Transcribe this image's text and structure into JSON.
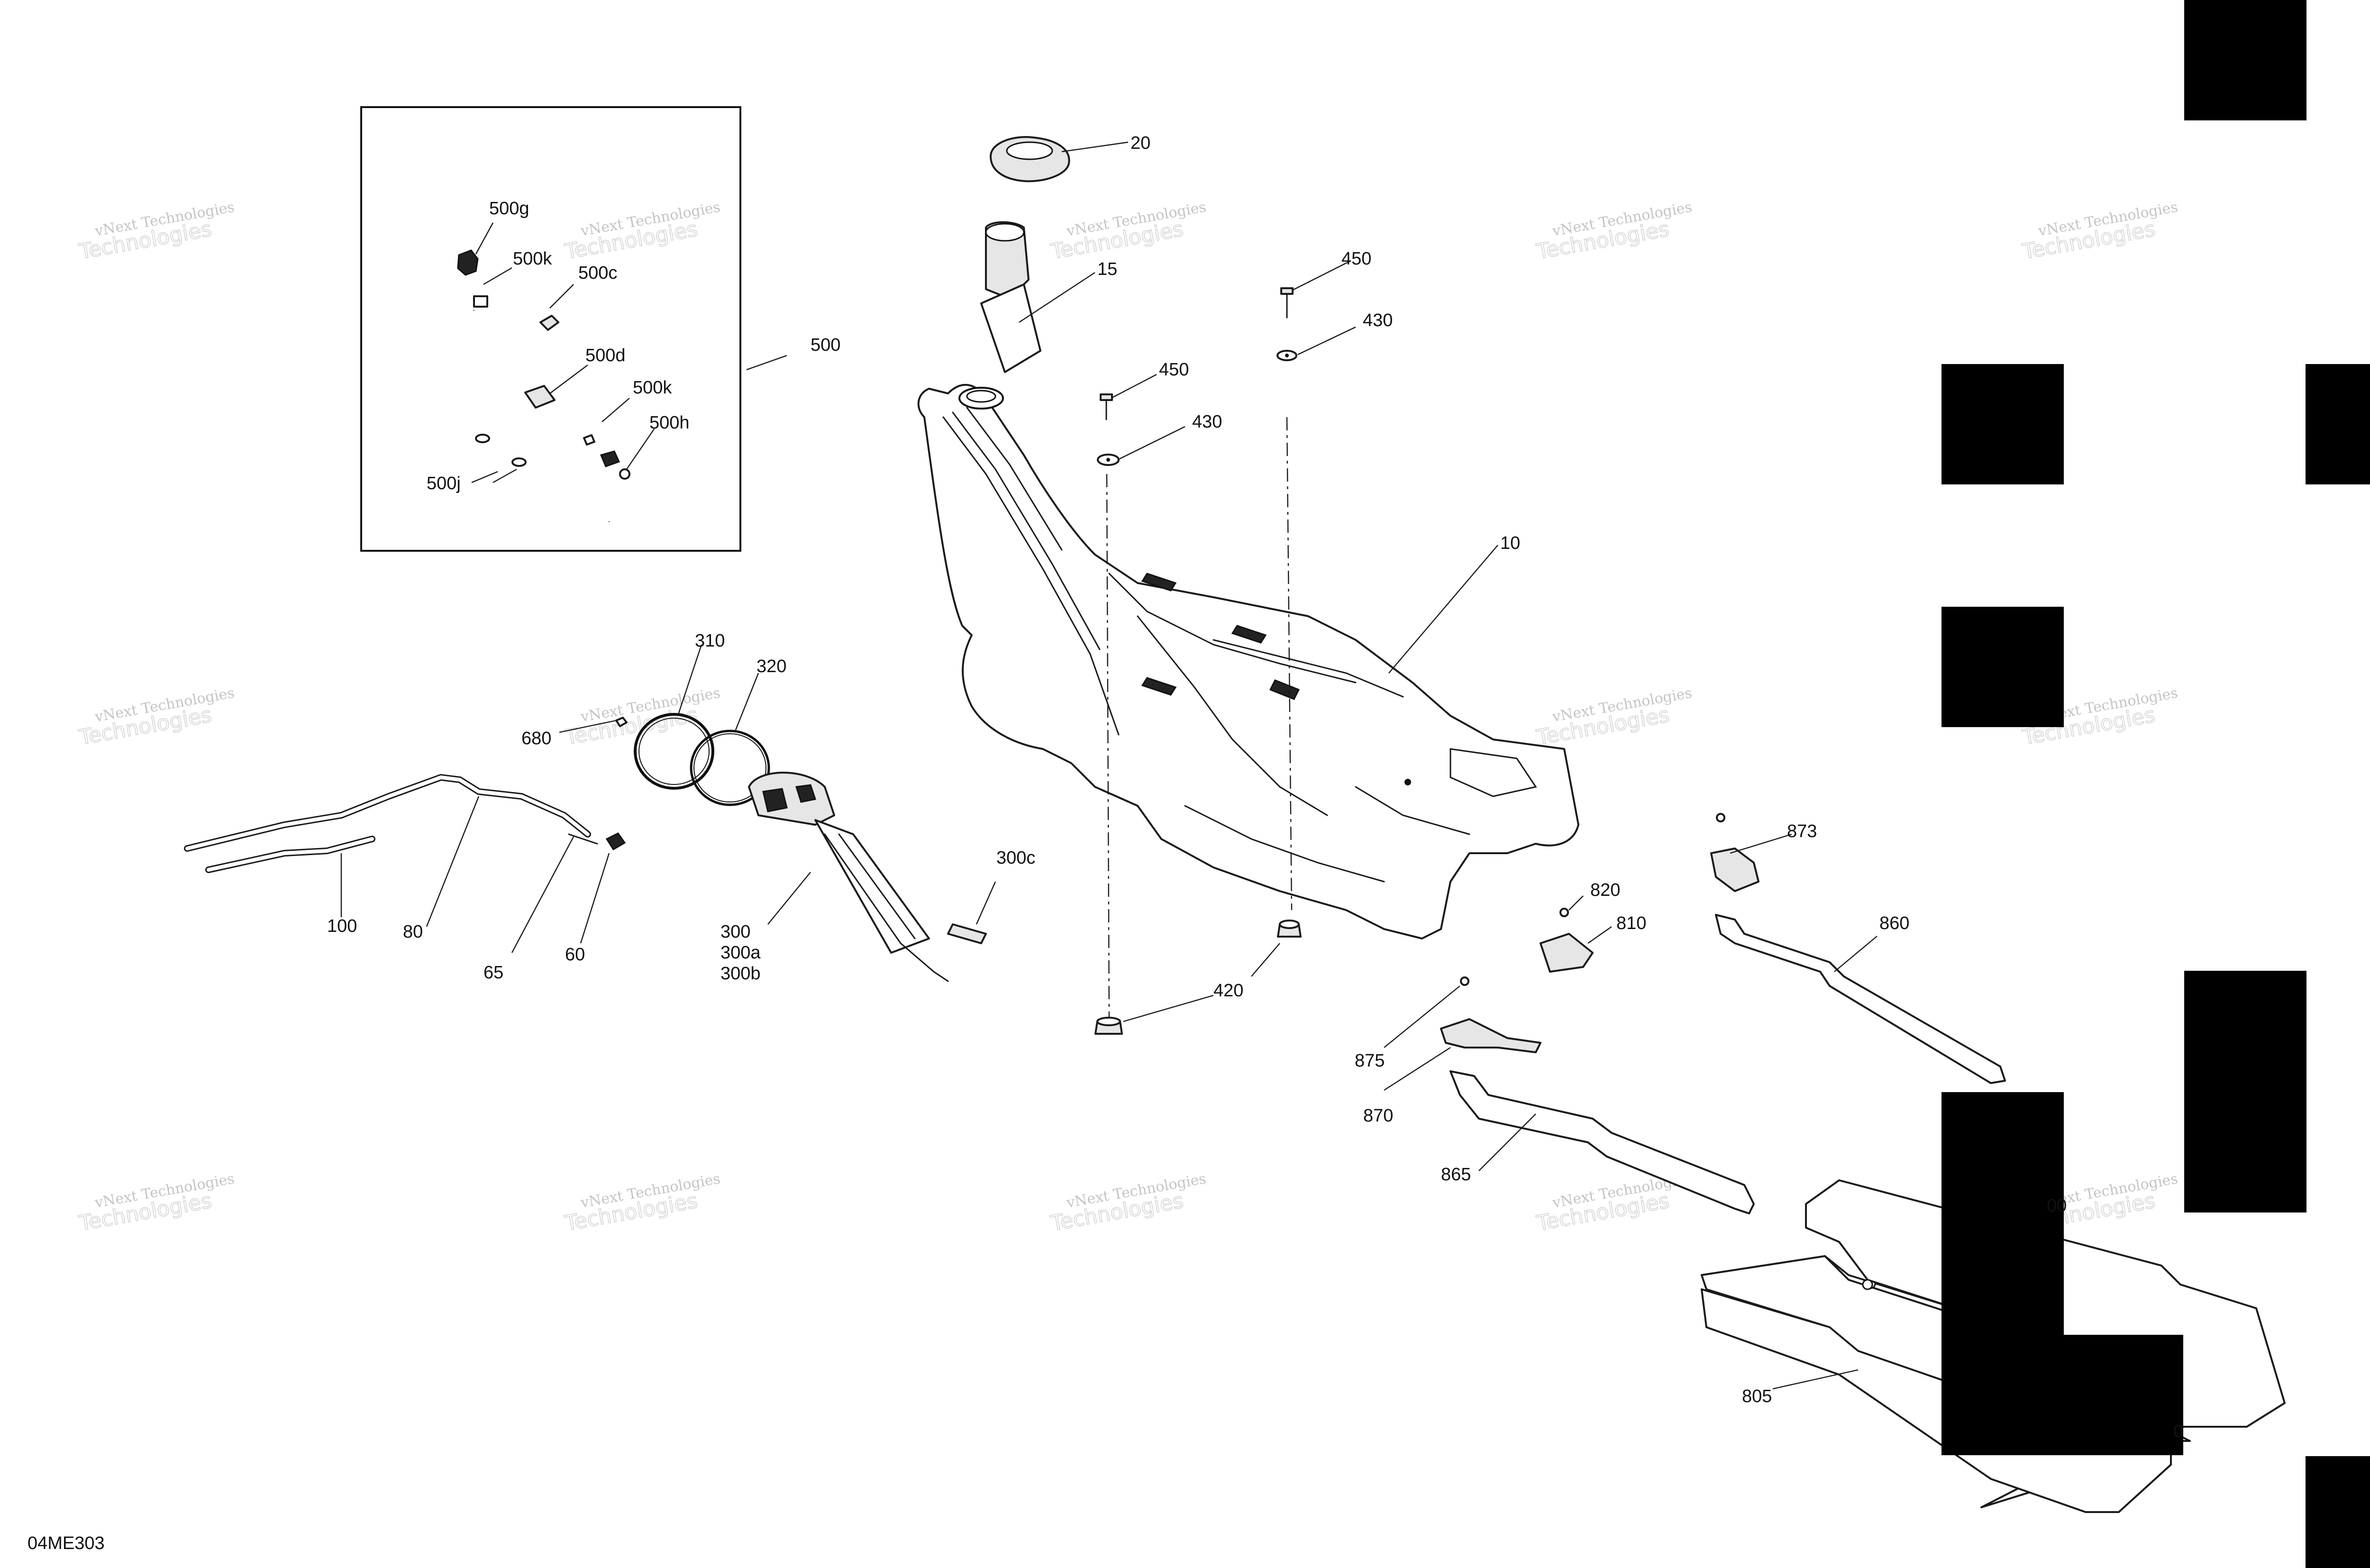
{
  "diagram_code": "04ME303",
  "watermark": {
    "line1": "vNext Technologies",
    "line2": "Technologies"
  },
  "callouts": {
    "c10": "10",
    "c15": "15",
    "c20": "20",
    "c60": "60",
    "c65": "65",
    "c80": "80",
    "c100": "100",
    "c300": "300",
    "c300a": "300a",
    "c300b": "300b",
    "c300c": "300c",
    "c310": "310",
    "c320": "320",
    "c420": "420",
    "c430a": "430",
    "c430b": "430",
    "c450a": "450",
    "c450b": "450",
    "c500": "500",
    "c500c": "500c",
    "c500d": "500d",
    "c500g": "500g",
    "c500h": "500h",
    "c500j": "500j",
    "c500k1": "500k",
    "c500k2": "500k",
    "c680": "680",
    "c805": "805",
    "c810": "810",
    "c820": "820",
    "c860": "860",
    "c865": "865",
    "c870": "870",
    "c873": "873",
    "c875": "875",
    "c800_partial": "00",
    "c805b_partial": "0"
  }
}
